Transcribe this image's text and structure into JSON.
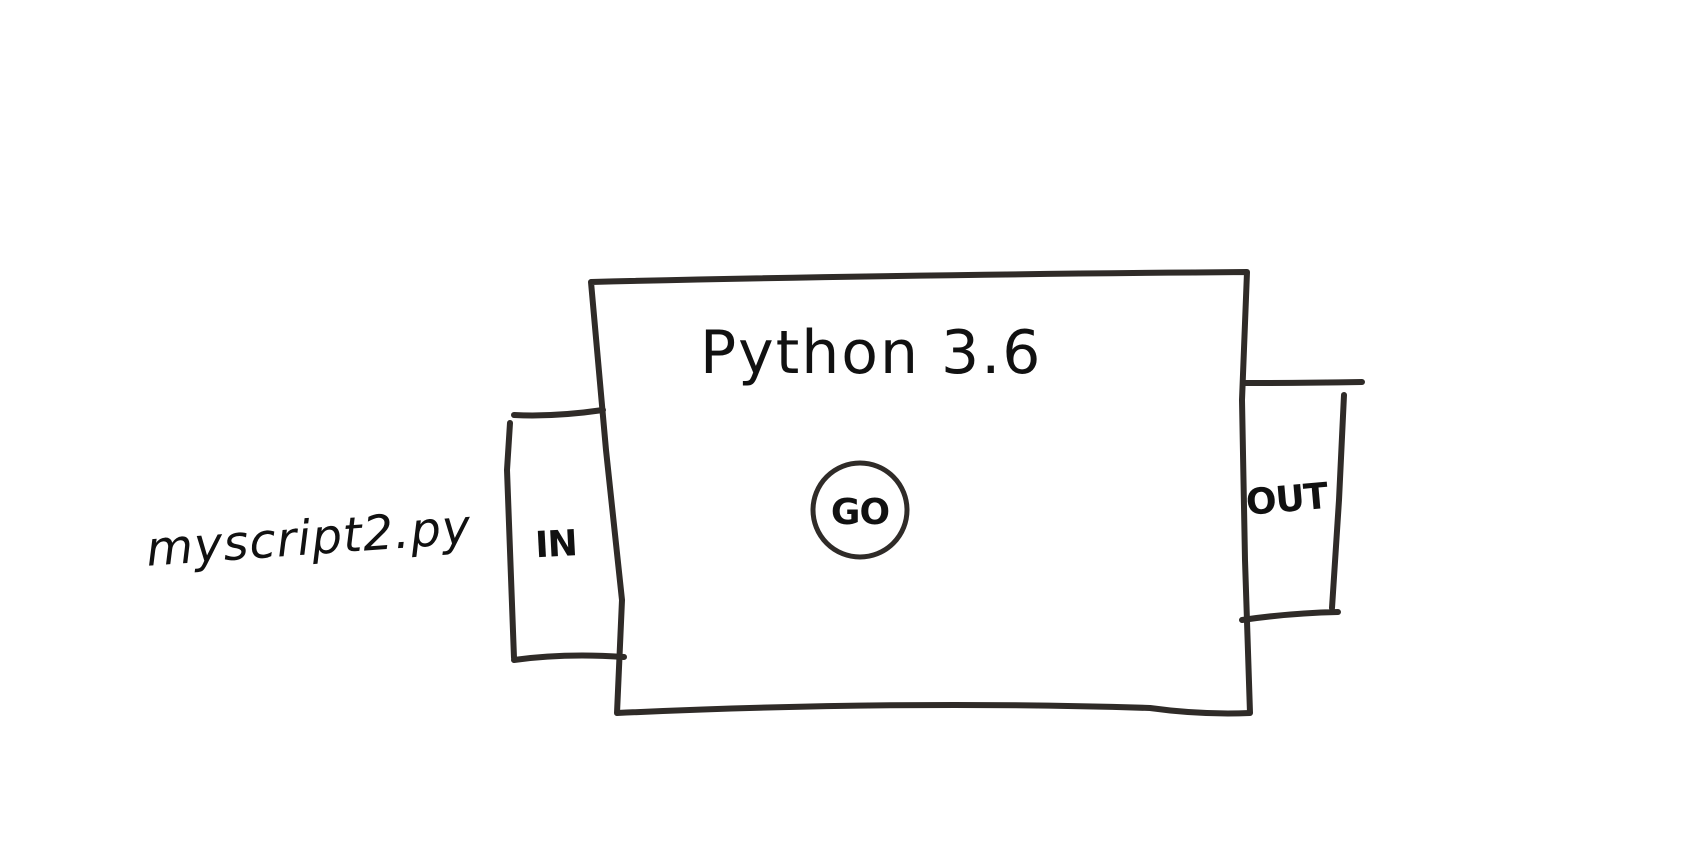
{
  "diagram": {
    "title": "Python 3.6",
    "go_button": "GO",
    "input_label": "IN",
    "output_label": "OUT",
    "input_file": "myscript2.py"
  },
  "colors": {
    "ink": "#2f2b28",
    "text": "#111111",
    "file_text": "#1a56e0",
    "background": "#ffffff"
  },
  "icons": {
    "go_button": "circle-button"
  }
}
